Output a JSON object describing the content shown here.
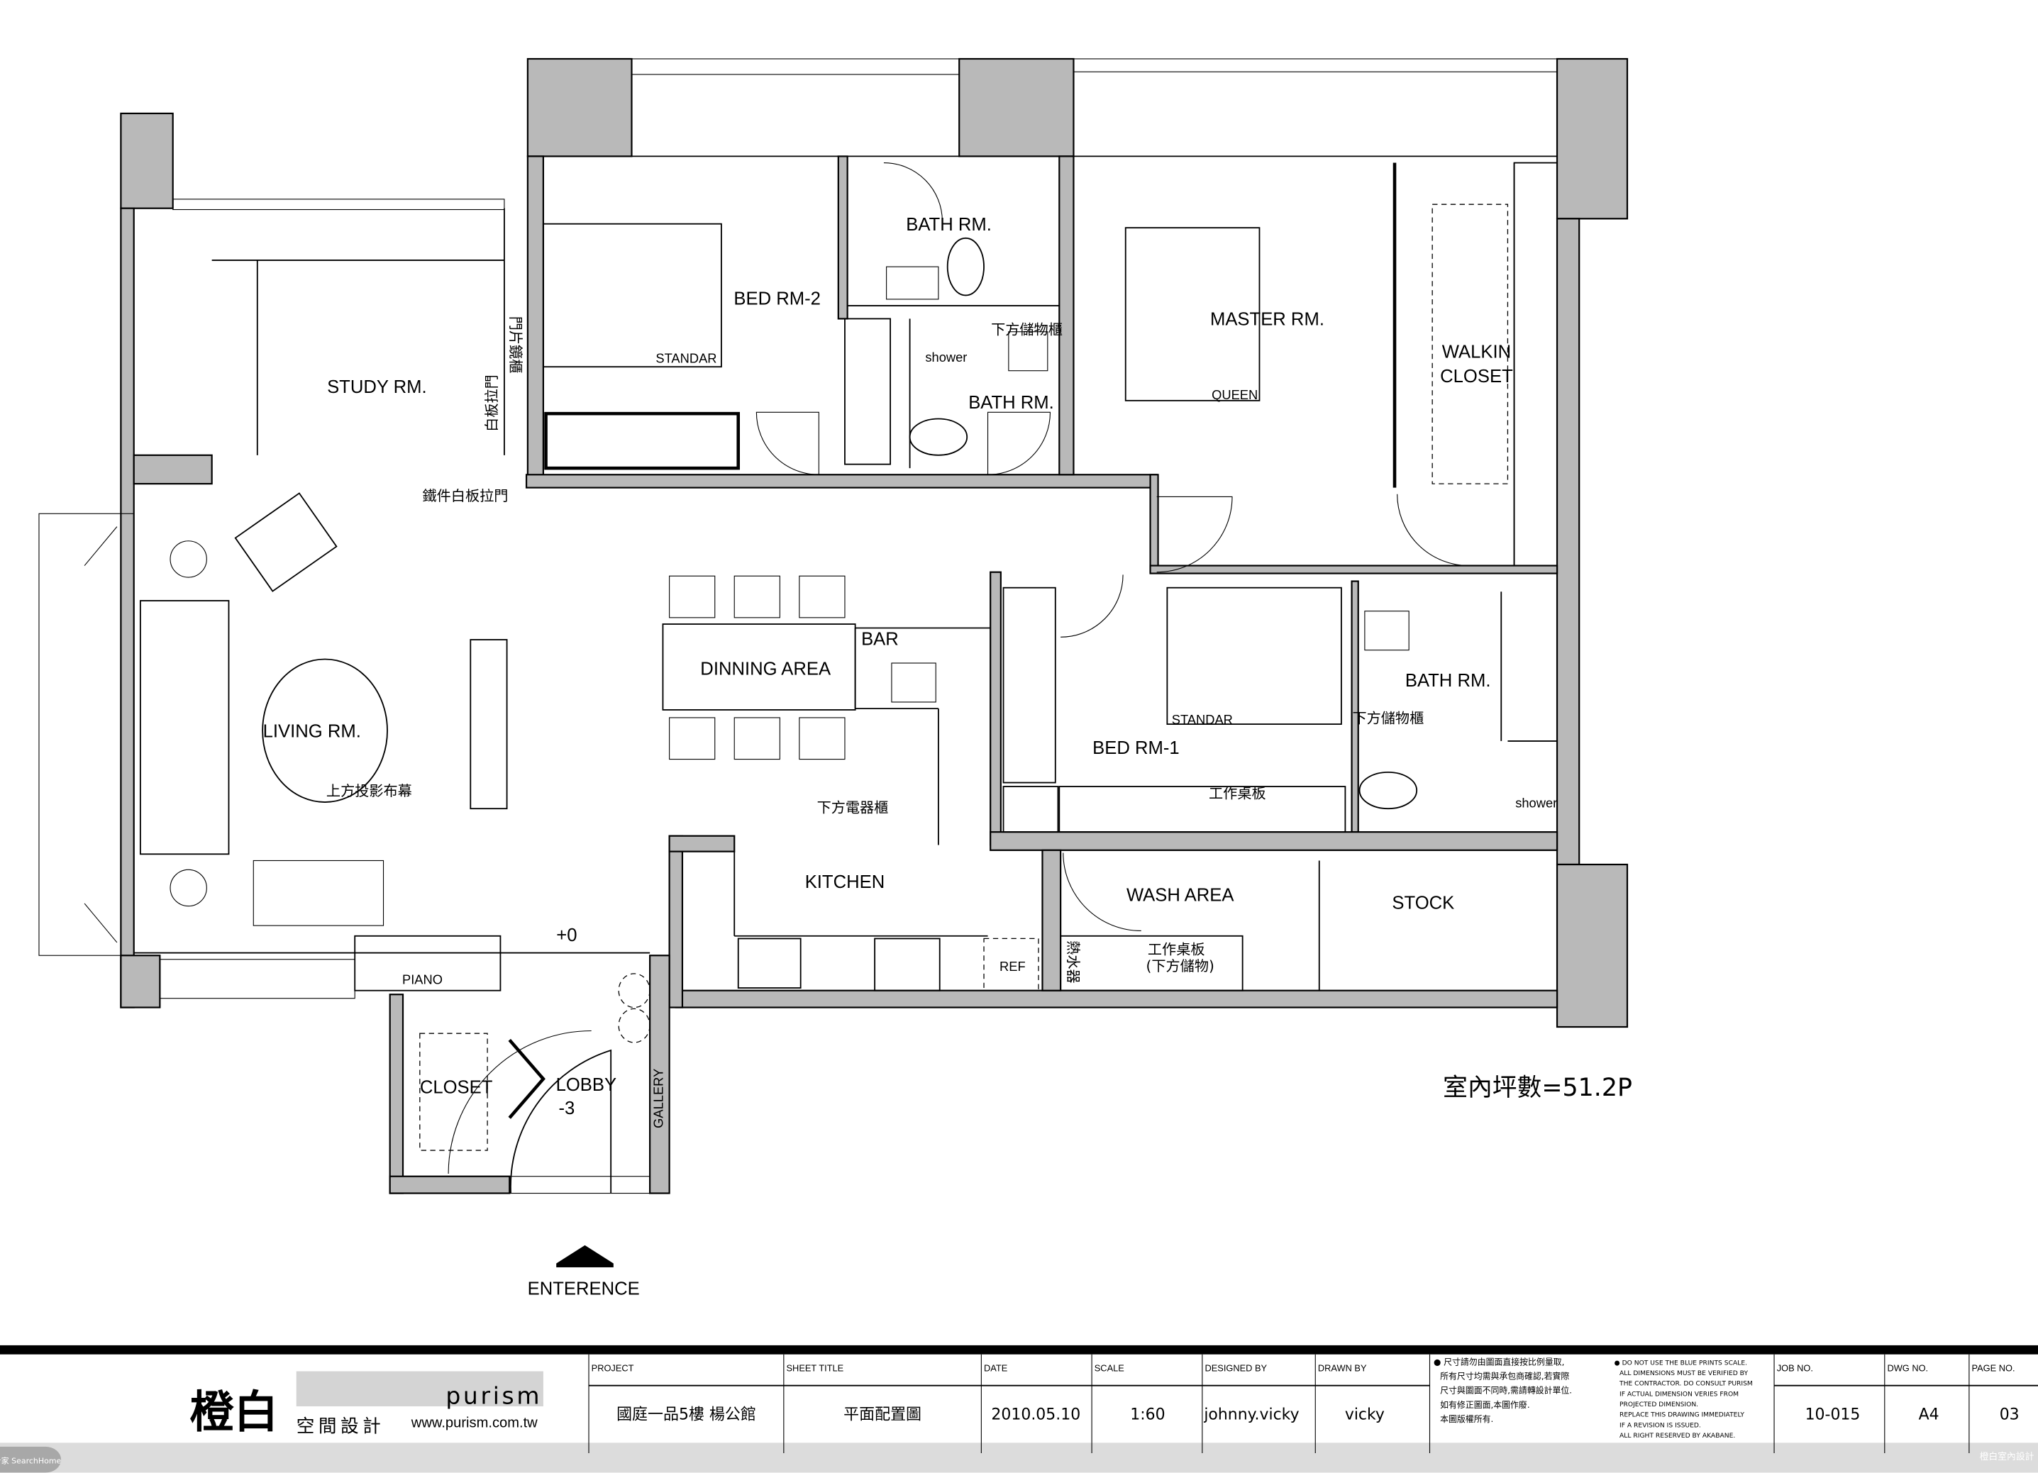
{
  "plan": {
    "rooms": {
      "study": "STUDY RM.",
      "bed2": "BED RM-2",
      "bed2_bed": "STANDAR",
      "bath_top": "BATH RM.",
      "bath_mid": "BATH RM.",
      "shower_mid": "shower",
      "storage_mid": "下方儲物櫃",
      "master": "MASTER RM.",
      "master_bed": "QUEEN",
      "walkin_1": "WALKIN",
      "walkin_2": "CLOSET",
      "living": "LIVING RM.",
      "screen": "上方投影布幕",
      "dining": "DINNING AREA",
      "bar": "BAR",
      "bed1": "BED RM-1",
      "bed1_bed": "STANDAR",
      "desk1": "工作桌板",
      "bath_right": "BATH RM.",
      "storage_right": "下方儲物櫃",
      "shower_right": "shower",
      "appliance": "下方電器櫃",
      "kitchen": "KITCHEN",
      "wash": "WASH AREA",
      "stock": "STOCK",
      "ref": "REF",
      "desk2_1": "工作桌板",
      "desk2_2": "(下方儲物)",
      "heater": "熱水器",
      "piano": "PIANO",
      "level_living": "+0",
      "closet": "CLOSET",
      "lobby_1": "LOBBY",
      "lobby_2": "-3",
      "gallery": "GALLERY",
      "iron_door": "鐵件白板拉門",
      "mirror_cabinet": "門片鏡櫃",
      "whiteboard_door": "白板拉門"
    },
    "entrance": "ENTERENCE",
    "area": "室內坪數=51.2P"
  },
  "title_block": {
    "logo_cn": "橙白",
    "logo_en": "purism",
    "logo_sub": "空間設計",
    "website": "www.purism.com.tw",
    "headers": {
      "project": "PROJECT",
      "sheet_title": "SHEET TITLE",
      "date": "DATE",
      "scale": "SCALE",
      "designed_by": "DESIGNED BY",
      "drawn_by": "DRAWN BY",
      "job_no": "JOB NO.",
      "dwg_no": "DWG NO.",
      "page_no": "PAGE NO."
    },
    "values": {
      "project": "國庭一品5樓 楊公館",
      "sheet_title": "平面配置圖",
      "date": "2010.05.10",
      "scale": "1:60",
      "designed_by": "johnny.vicky",
      "drawn_by": "vicky",
      "job_no": "10-015",
      "dwg_no": "A4",
      "page_no": "03"
    },
    "notes_cn": [
      "● 尺寸請勿由圖面直接按比例量取,",
      "所有尺寸均需與承包商確認,若實際",
      "尺寸與圖面不同時,需請轉設計單位.",
      "如有修正圖面,本圖作廢.",
      "本圖版權所有."
    ],
    "notes_en": [
      "● DO NOT USE THE BLUE PRINTS SCALE.",
      "ALL DIMENSIONS MUST BE VERIFIED BY",
      "THE CONTRACTOR. DO CONSULT PURISM",
      "IF ACTUAL DIMENSION VERIES FROM",
      "PROJECTED DIMENSION.",
      "REPLACE THIS DRAWING IMMEDIATELY",
      "IF A REVISION IS ISSUED.",
      "ALL RIGHT RESERVED BY AKABANE."
    ],
    "watermark_left": "設計家 SearchHome",
    "watermark_right": "橙白室內設計"
  },
  "colors": {
    "wall": "#b9b9b9",
    "band": "#dcdcdc",
    "ink": "#000000"
  }
}
